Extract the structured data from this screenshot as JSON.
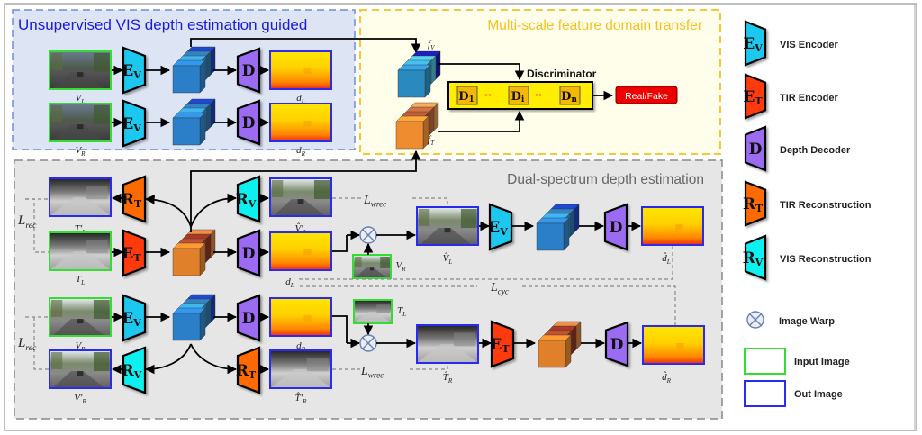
{
  "panels": {
    "vis_guided": {
      "title": "Unsupervised VIS depth estimation guided"
    },
    "domain_transfer": {
      "title": "Multi-scale feature domain transfer"
    },
    "dual_spectrum": {
      "title": "Dual-spectrum depth estimation"
    }
  },
  "modules": {
    "vis_encoder": "E",
    "vis_encoder_sub": "V",
    "tir_encoder": "E",
    "tir_encoder_sub": "T",
    "decoder": "D",
    "tir_recon": "R",
    "tir_recon_sub": "T",
    "vis_recon": "R",
    "vis_recon_sub": "V"
  },
  "discriminator": {
    "title": "Discriminator",
    "blocks": [
      {
        "main": "D",
        "sub": "1"
      },
      {
        "main": "D",
        "sub": "i"
      },
      {
        "main": "D",
        "sub": "n"
      }
    ],
    "dots": "••",
    "output": "Real/Fake"
  },
  "labels": {
    "V_L": "V",
    "V_L_sub": "L",
    "V_R": "V",
    "V_R_sub": "R",
    "d_L": "d",
    "d_L_sub": "L",
    "d_R": "d",
    "d_R_sub": "R",
    "f_V": "f",
    "f_V_sub": "V",
    "f_T": "f",
    "f_T_sub": "T",
    "T_L_prime": "T′",
    "T_L_prime_sub": "L",
    "T_L": "T",
    "T_L_sub": "L",
    "V_L_hat_prime": "V̂′",
    "V_L_hat_prime_sub": "L",
    "V_L_hat": "V̂",
    "V_L_hat_sub": "L",
    "d_L_hat": "d̂",
    "d_L_hat_sub": "L",
    "d_R_hat": "d̂",
    "d_R_hat_sub": "R",
    "V_R_prime": "V′",
    "V_R_prime_sub": "R",
    "T_R_hat_prime": "T̂′",
    "T_R_hat_prime_sub": "R",
    "T_R_hat": "T̂",
    "T_R_hat_sub": "R",
    "L_rec": "L",
    "L_rec_sub": "rec",
    "L_wrec": "L",
    "L_wrec_sub": "wrec",
    "L_cyc": "L",
    "L_cyc_sub": "cyc"
  },
  "legend": {
    "items": [
      {
        "icon": "vis-encoder",
        "label": "VIS Encoder"
      },
      {
        "icon": "tir-encoder",
        "label": "TIR Encoder"
      },
      {
        "icon": "depth-decoder",
        "label": "Depth Decoder"
      },
      {
        "icon": "tir-reconstruction",
        "label": "TIR Reconstruction"
      },
      {
        "icon": "vis-reconstruction",
        "label": "VIS Reconstruction"
      },
      {
        "icon": "image-warp",
        "label": "Image Warp"
      },
      {
        "icon": "input-image-box",
        "label": "Input Image"
      },
      {
        "icon": "out-image-box",
        "label": "Out Image"
      }
    ]
  },
  "colors": {
    "vis_encoder": "#1ec8f0",
    "tir_encoder": "#ff3b0a",
    "decoder": "#9b6cf2",
    "tir_recon": "#ff6a00",
    "vis_recon": "#11f0f0",
    "input_border": "#33dd33",
    "output_border": "#2a2af0",
    "vis_panel_bg": "#dde5f5",
    "vis_panel_border": "#6b8fd8",
    "vis_title": "#1a1ae0",
    "transfer_panel_bg": "#fefeea",
    "transfer_panel_border": "#f5c020",
    "transfer_title": "#f5c020",
    "dual_panel_bg": "#e6e6e6",
    "dual_panel_border": "#888888",
    "dual_title": "#666666",
    "disc_bg": "#ffee00",
    "real_fake_bg": "#ee0000"
  }
}
